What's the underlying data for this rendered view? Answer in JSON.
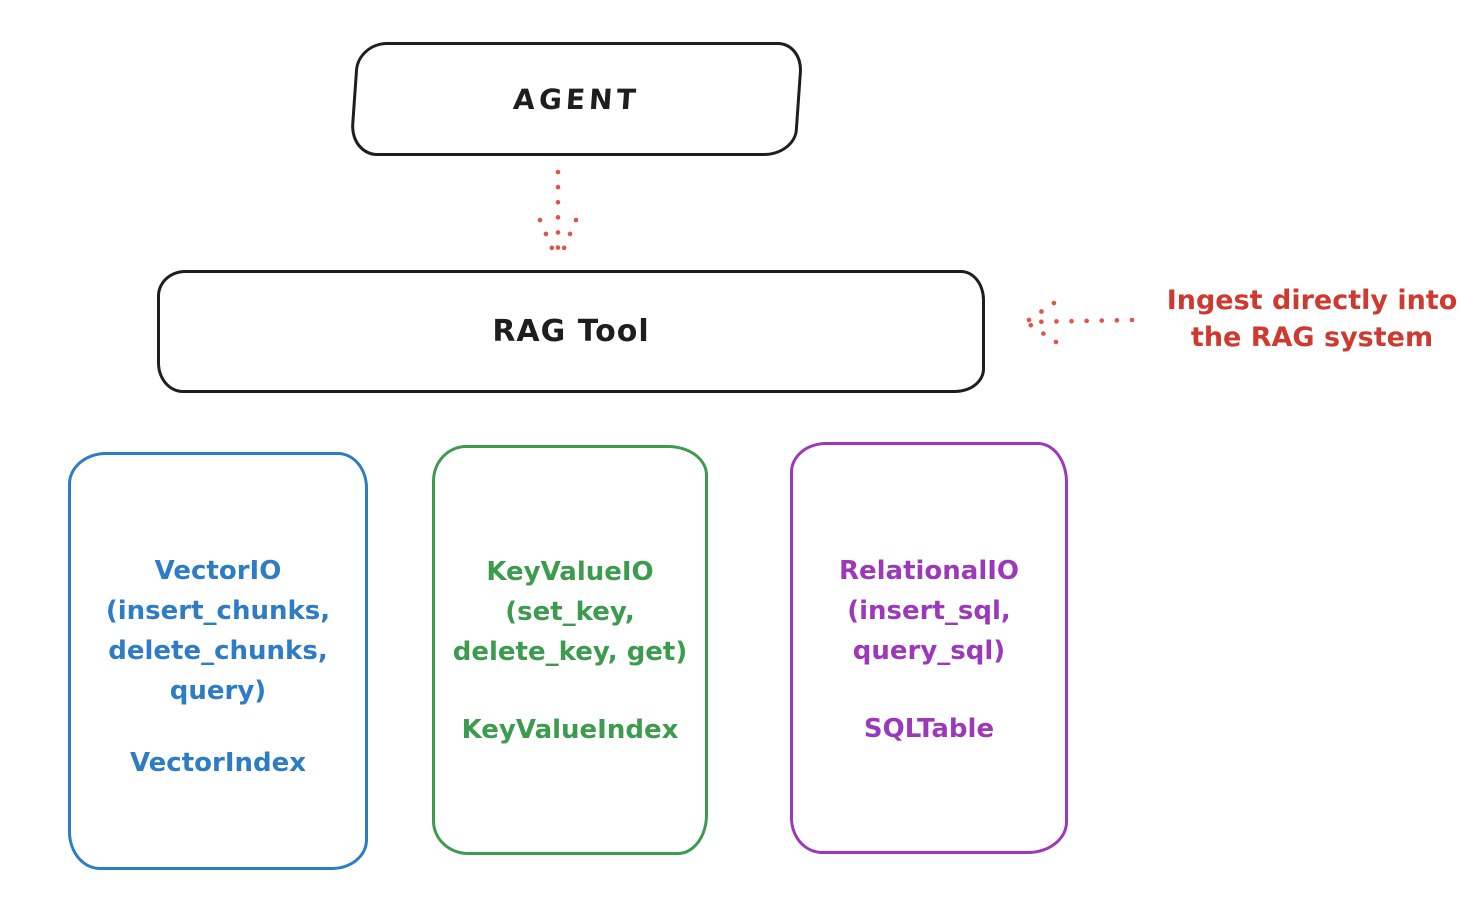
{
  "diagram": {
    "background": "#ffffff",
    "nodes": {
      "agent": {
        "label": "AGENT",
        "stroke_color": "#1e1e1e"
      },
      "rag_tool": {
        "label": "RAG Tool",
        "stroke_color": "#1e1e1e"
      },
      "vector_io": {
        "stroke_color": "#2e7cc3",
        "lines": [
          "VectorIO",
          "(insert_chunks,",
          "delete_chunks,",
          "query)"
        ],
        "index_label": "VectorIndex"
      },
      "key_value_io": {
        "stroke_color": "#3d9b4e",
        "lines": [
          "KeyValueIO",
          "(set_key,",
          "delete_key, get)"
        ],
        "index_label": "KeyValueIndex"
      },
      "relational_io": {
        "stroke_color": "#9c39bb",
        "lines": [
          "RelationalIO",
          "(insert_sql,",
          "query_sql)"
        ],
        "index_label": "SQLTable"
      }
    },
    "annotation": {
      "line1": "Ingest directly into",
      "line2": "the RAG system",
      "color": "#cf3a30"
    },
    "arrows": {
      "agent_to_rag_tool": {
        "style": "dotted",
        "color": "#e0544a",
        "direction": "down"
      },
      "ingest_into_rag_tool": {
        "style": "dotted",
        "color": "#e0544a",
        "direction": "left"
      }
    }
  }
}
